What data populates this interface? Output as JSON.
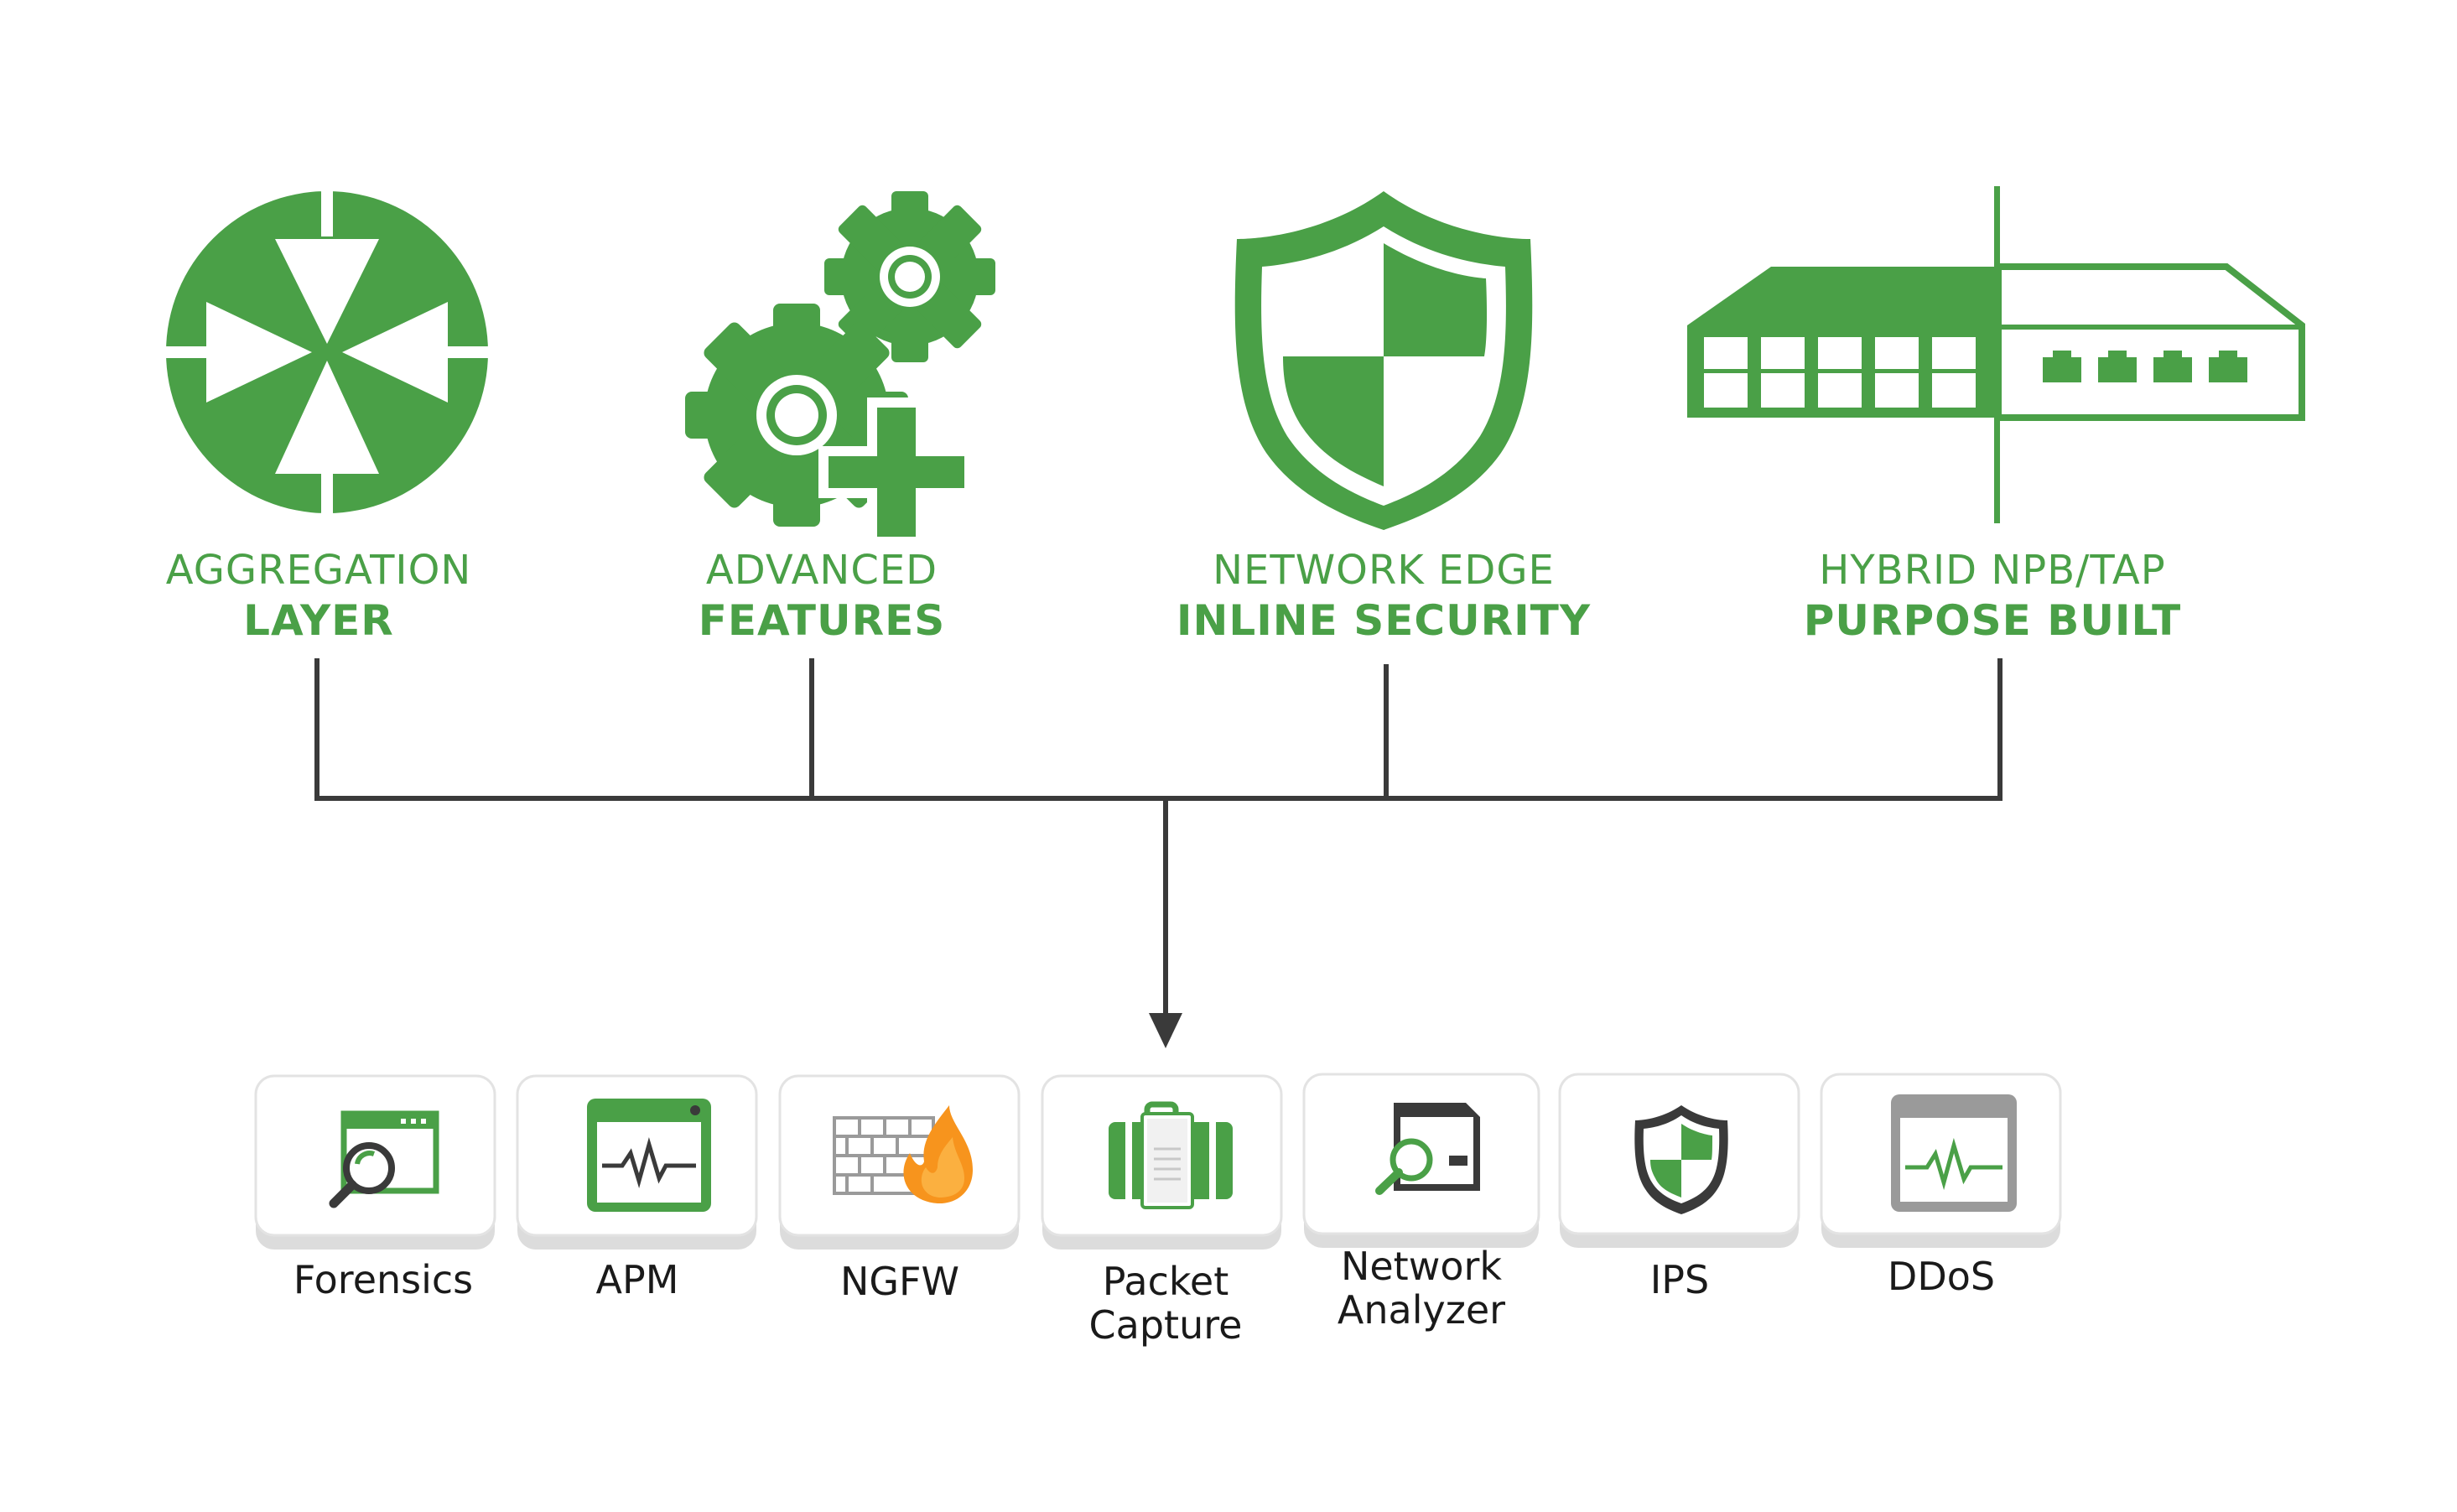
{
  "colors": {
    "green": "#4aa047",
    "line": "#3a3a3a",
    "gray": "#999999",
    "orange": "#f7941d",
    "tile_bg": "#ffffff",
    "tile_shadow": "#d6d6d6"
  },
  "sources": [
    {
      "icon": "aggregation-icon",
      "line1": "AGGREGATION",
      "line2": "LAYER"
    },
    {
      "icon": "gears-plus-icon",
      "line1": "ADVANCED",
      "line2": "FEATURES"
    },
    {
      "icon": "shield-icon",
      "line1": "NETWORK EDGE",
      "line2": "INLINE SECURITY"
    },
    {
      "icon": "network-device-icon",
      "line1": "HYBRID NPB/TAP",
      "line2": "PURPOSE BUILT"
    }
  ],
  "tools": [
    {
      "icon": "forensics-icon",
      "line1": "Forensics",
      "line2": ""
    },
    {
      "icon": "monitor-pulse-icon",
      "line1": "APM",
      "line2": ""
    },
    {
      "icon": "firewall-icon",
      "line1": "NGFW",
      "line2": ""
    },
    {
      "icon": "briefcase-icon",
      "line1": "Packet",
      "line2": "Capture"
    },
    {
      "icon": "analyzer-icon",
      "line1": "Network",
      "line2": "Analyzer"
    },
    {
      "icon": "small-shield-icon",
      "line1": "IPS",
      "line2": ""
    },
    {
      "icon": "gray-monitor-pulse-icon",
      "line1": "DDoS",
      "line2": ""
    }
  ]
}
